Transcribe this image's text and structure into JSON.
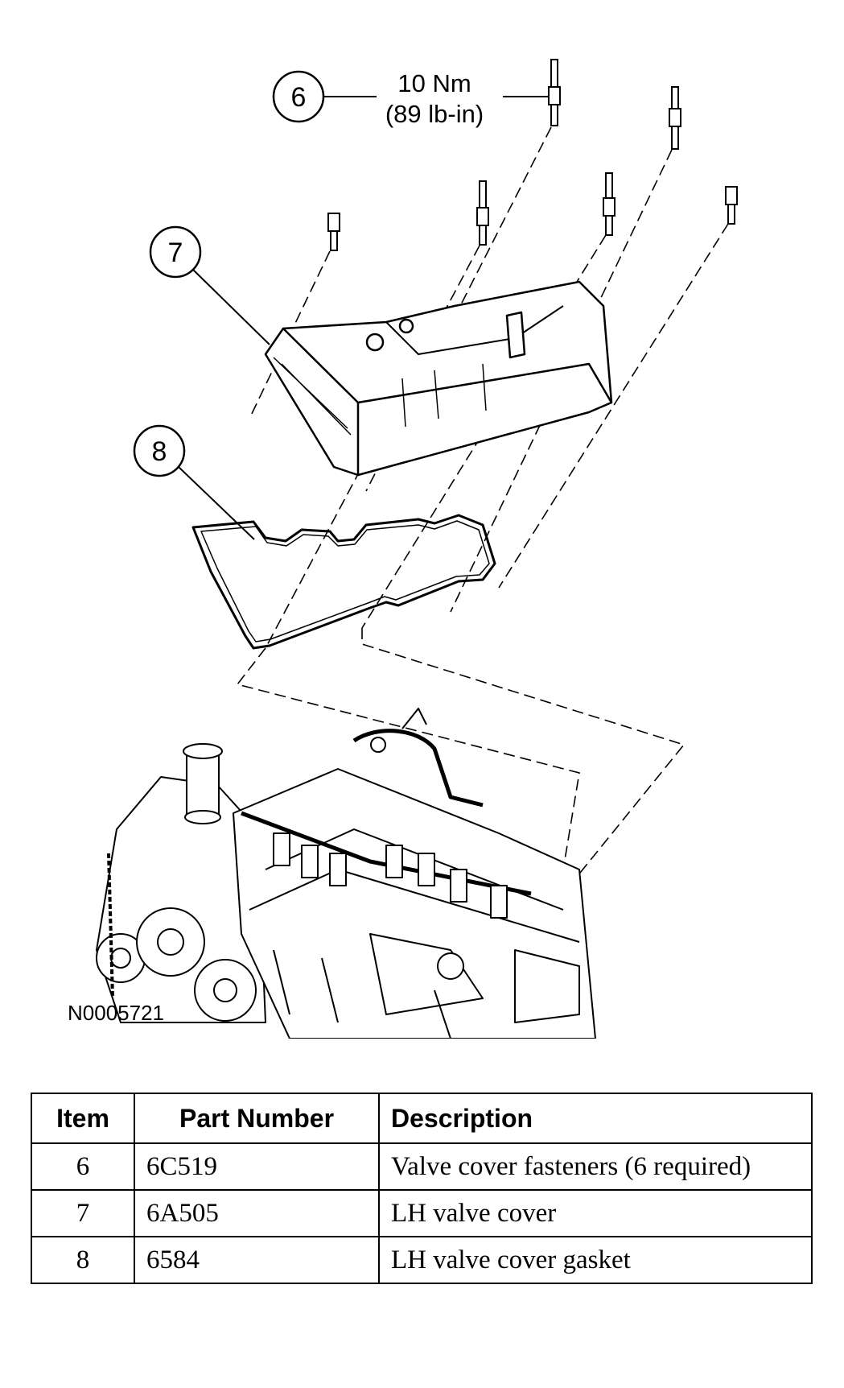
{
  "figure": {
    "id": "N0005721",
    "torque": {
      "nm": "10 Nm",
      "lbin": "(89 lb-in)"
    },
    "callouts": [
      "6",
      "7",
      "8"
    ]
  },
  "table": {
    "headers": [
      "Item",
      "Part Number",
      "Description"
    ],
    "rows": [
      {
        "item": "6",
        "part": "6C519",
        "description": "Valve cover fasteners (6 required)"
      },
      {
        "item": "7",
        "part": "6A505",
        "description": "LH valve cover"
      },
      {
        "item": "8",
        "part": "6584",
        "description": "LH valve cover gasket"
      }
    ]
  }
}
